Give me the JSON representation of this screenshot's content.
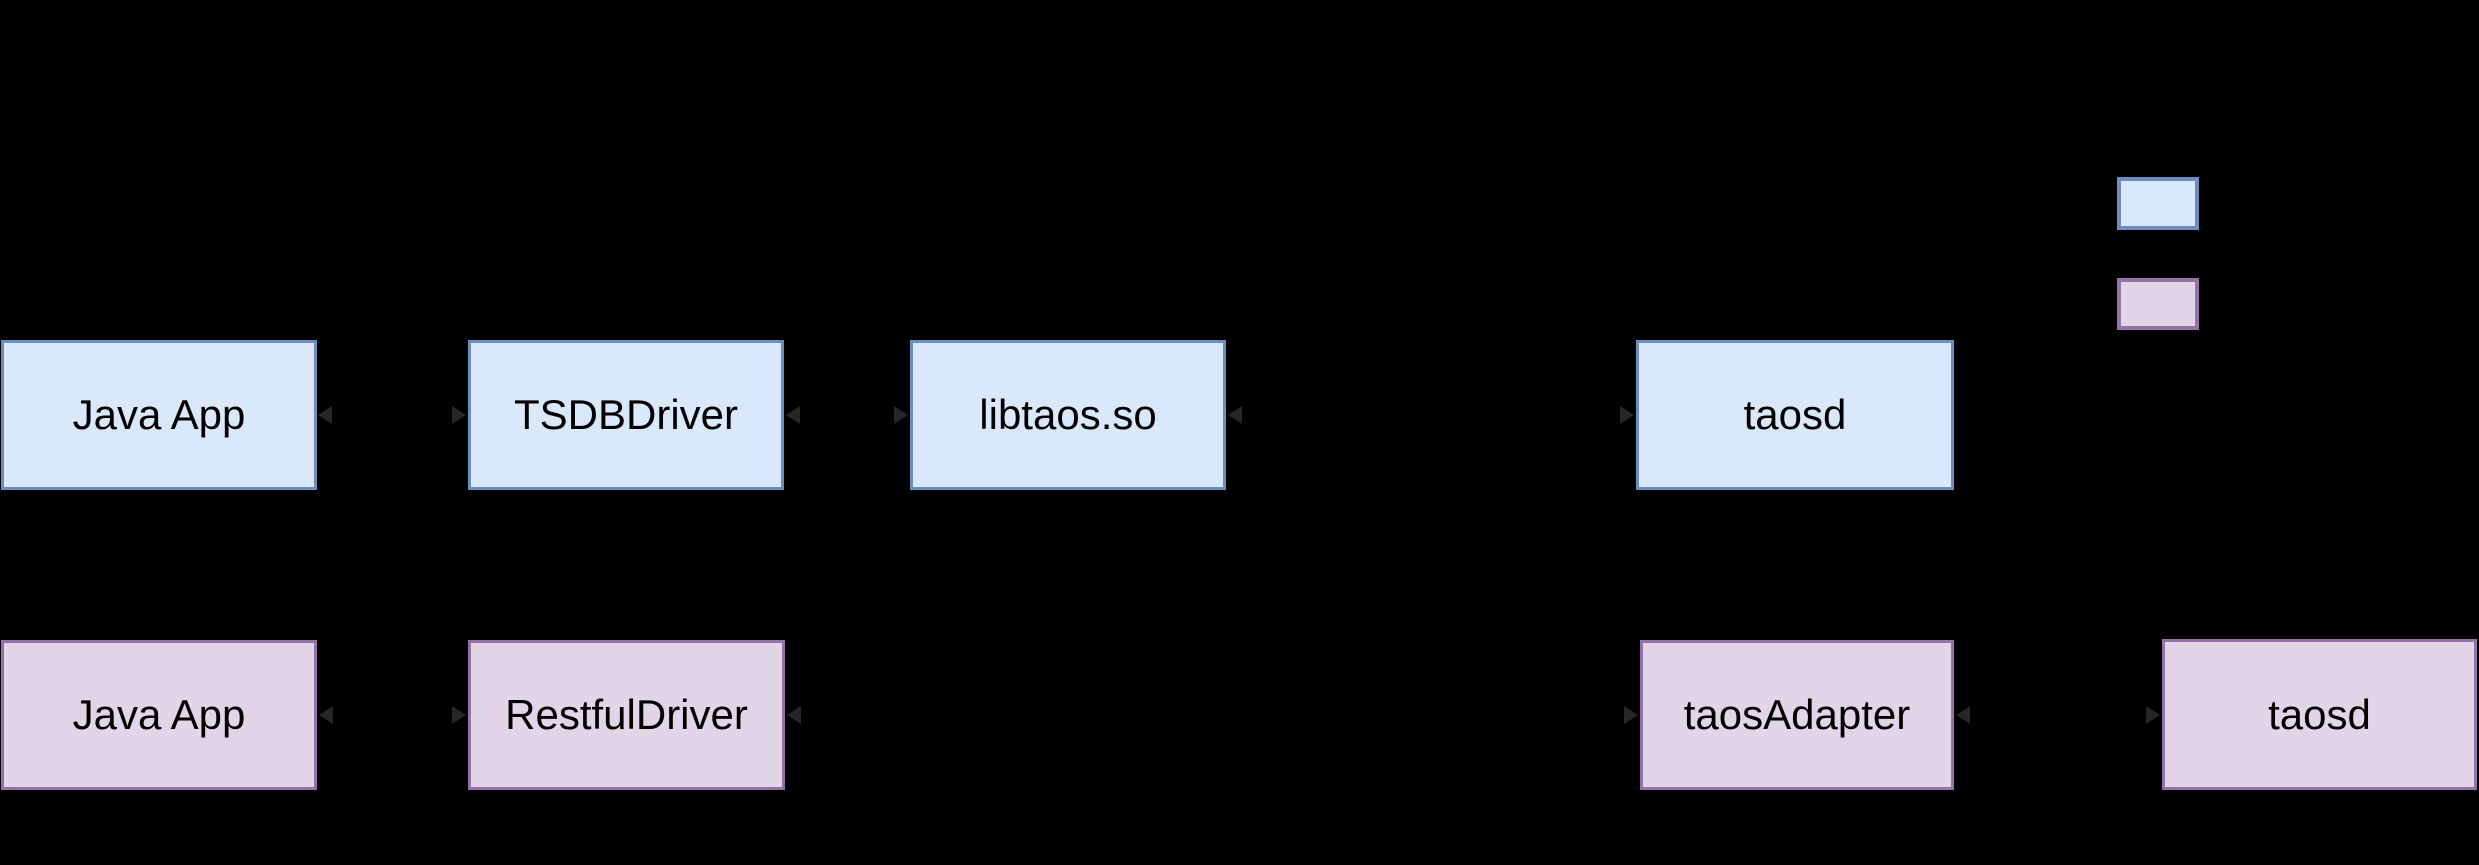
{
  "colors": {
    "background": "#000000",
    "jni_fill": "#dae8fc",
    "jni_stroke": "#6c8ebf",
    "rest_fill": "#e1d5e7",
    "rest_stroke": "#9673a6",
    "node_text": "#000000",
    "arrow_remnant": "#262626"
  },
  "nodes": {
    "jni": {
      "java_app": {
        "label": "Java App"
      },
      "tsdb_driver": {
        "label": "TSDBDriver"
      },
      "libtaos_so": {
        "label": "libtaos.so"
      },
      "taosd": {
        "label": "taosd"
      }
    },
    "restful": {
      "java_app": {
        "label": "Java App"
      },
      "restful_driver": {
        "label": "RestfulDriver"
      },
      "taos_adapter": {
        "label": "taosAdapter"
      },
      "taosd": {
        "label": "taosd"
      }
    }
  }
}
